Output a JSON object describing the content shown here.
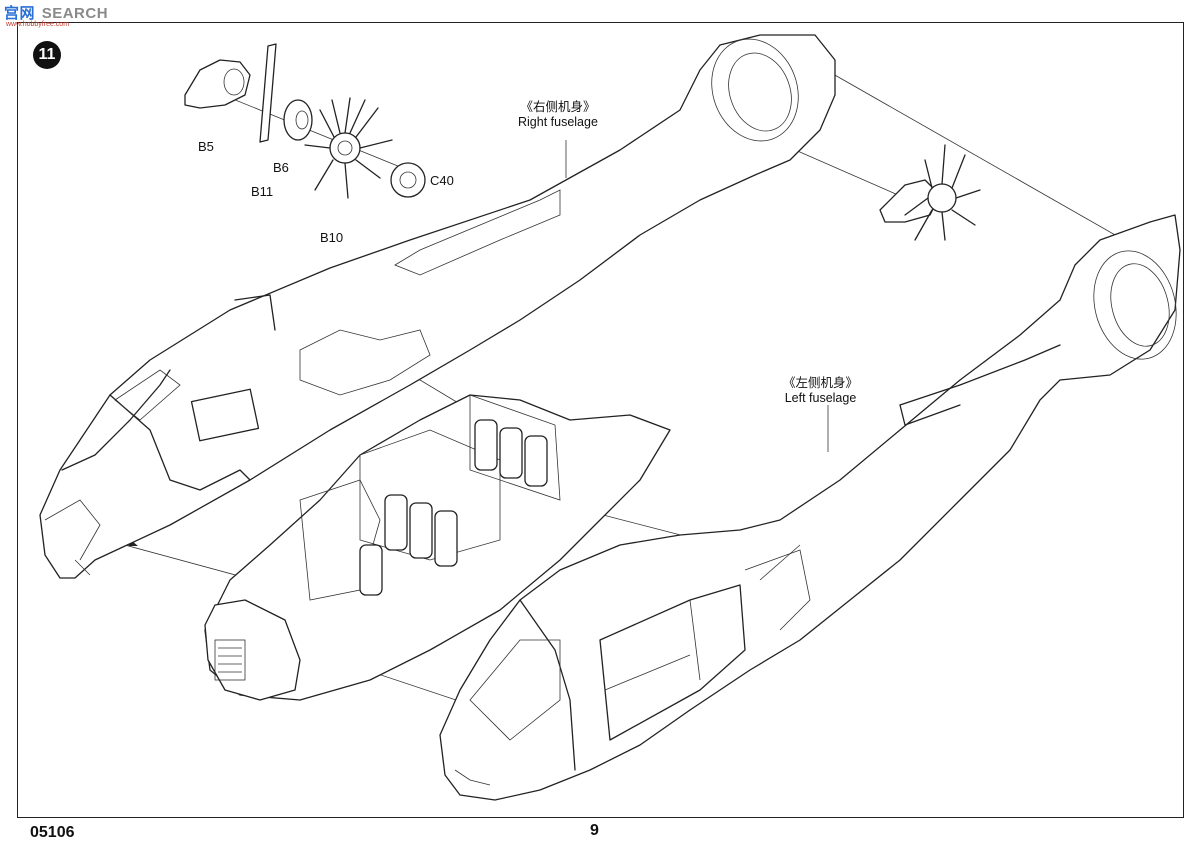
{
  "watermark": {
    "brand_cn": "宫网",
    "brand_en": "SEARCH",
    "site": "www.hobbyfree.com"
  },
  "step": {
    "number": "11"
  },
  "parts": {
    "b5": "B5",
    "b6": "B6",
    "b11": "B11",
    "b10": "B10",
    "c40": "C40"
  },
  "callouts": {
    "right_fuselage_cn": "《右侧机身》",
    "right_fuselage_en": "Right fuselage",
    "left_fuselage_cn": "《左侧机身》",
    "left_fuselage_en": "Left fuselage"
  },
  "footer": {
    "kit_number": "05106",
    "page_number": "9"
  }
}
